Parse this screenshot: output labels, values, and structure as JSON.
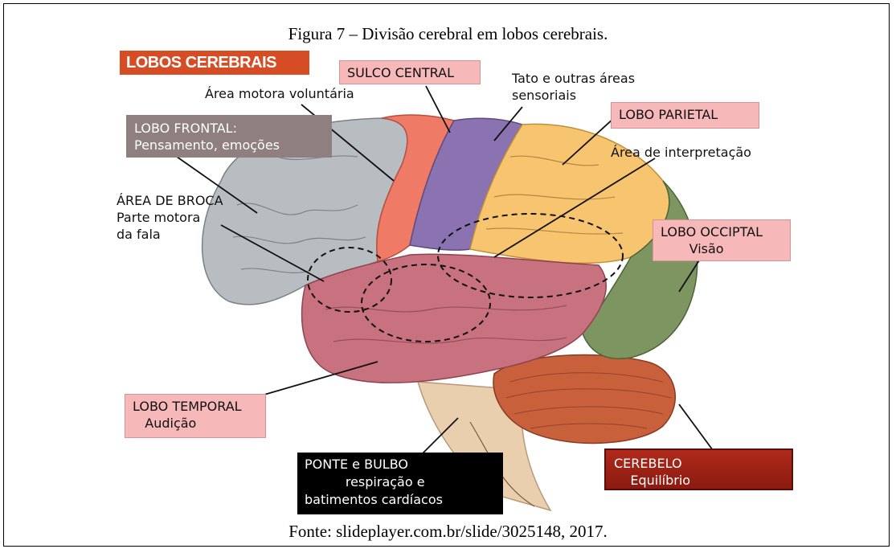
{
  "figure": {
    "caption": "Figura 7 – Divisão cerebral em lobos cerebrais.",
    "source": "Fonte: slideplayer.com.br/slide/3025148, 2017."
  },
  "labels": {
    "title": "LOBOS CEREBRAIS",
    "sulco_central": "SULCO CENTRAL",
    "tato": "Tato e outras áreas\nsensoriais",
    "area_motora": "Área motora voluntária",
    "lobo_parietal": "LOBO PARIETAL",
    "lobo_frontal": "LOBO FRONTAL:\nPensamento, emoções",
    "area_interpretacao": "Área de interpretação",
    "area_broca": "ÁREA DE BROCA\nParte motora\nda fala",
    "lobo_occipital": "LOBO OCCIPTAL\n       Visão",
    "lobo_temporal": "LOBO TEMPORAL\n   Audição",
    "ponte_bulbo": "PONTE e BULBO\n          respiração e\nbatimentos cardíacos",
    "cerebelo": "CEREBELO\n    Equilíbrio"
  },
  "colors": {
    "frontal": "#b8bdc2",
    "motor": "#ef7a66",
    "sensory": "#8a73b0",
    "parietal": "#f7c56f",
    "occipital": "#7d9560",
    "temporal": "#c9727f",
    "cerebellum": "#c9603c",
    "brainstem": "#e9cfae",
    "label_pink": "#f6b8b8",
    "title_bg": "#d64d25"
  }
}
